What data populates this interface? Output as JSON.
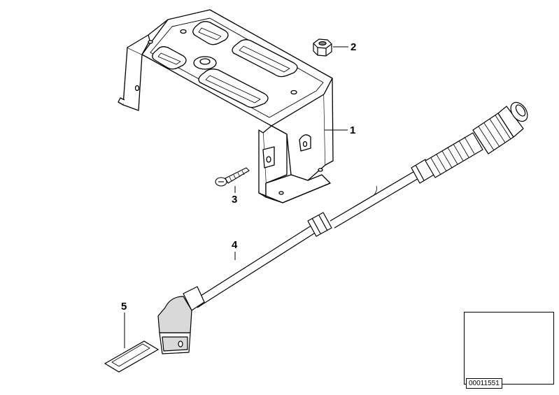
{
  "callouts": {
    "part_1": "1",
    "part_2": "2",
    "part_3": "3",
    "part_4": "4",
    "part_5": "5"
  },
  "thumbnail": {
    "label": "00011551"
  },
  "colors": {
    "line": "#000000",
    "fill": "#ffffff",
    "shade": "#d9d9d9",
    "dark": "#6e6e6e"
  }
}
